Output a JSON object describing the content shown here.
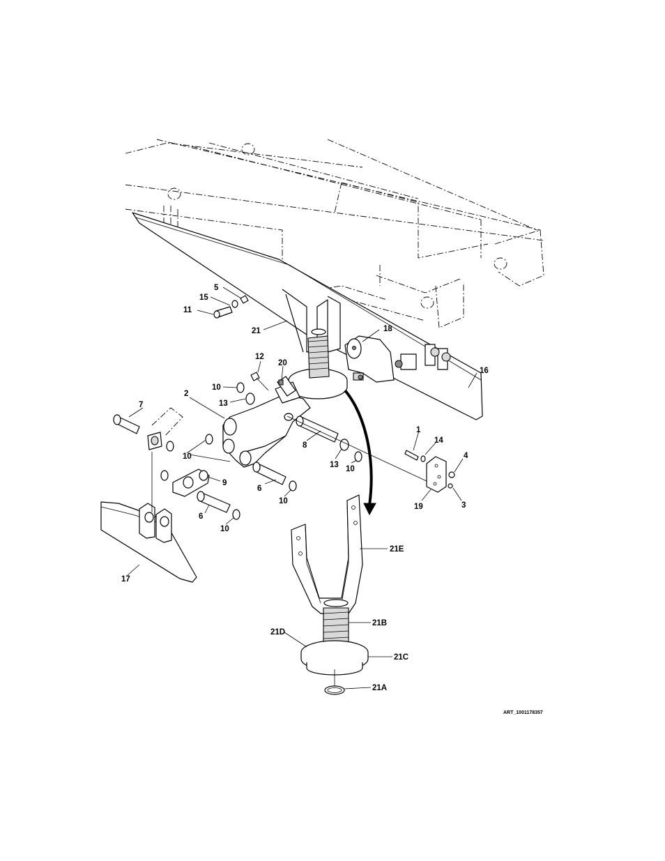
{
  "diagram": {
    "callouts": {
      "c1": "1",
      "c2": "2",
      "c3": "3",
      "c4": "4",
      "c5": "5",
      "c6a": "6",
      "c6b": "6",
      "c7": "7",
      "c8": "8",
      "c9": "9",
      "c10a": "10",
      "c10b": "10",
      "c10c": "10",
      "c10d": "10",
      "c10e": "10",
      "c11": "11",
      "c12": "12",
      "c13a": "13",
      "c13b": "13",
      "c14": "14",
      "c15": "15",
      "c16": "16",
      "c17": "17",
      "c18": "18",
      "c19": "19",
      "c20": "20",
      "c21": "21",
      "c21a": "21A",
      "c21b": "21B",
      "c21c": "21C",
      "c21d": "21D",
      "c21e": "21E"
    },
    "art_id": "ART_1001178357"
  }
}
